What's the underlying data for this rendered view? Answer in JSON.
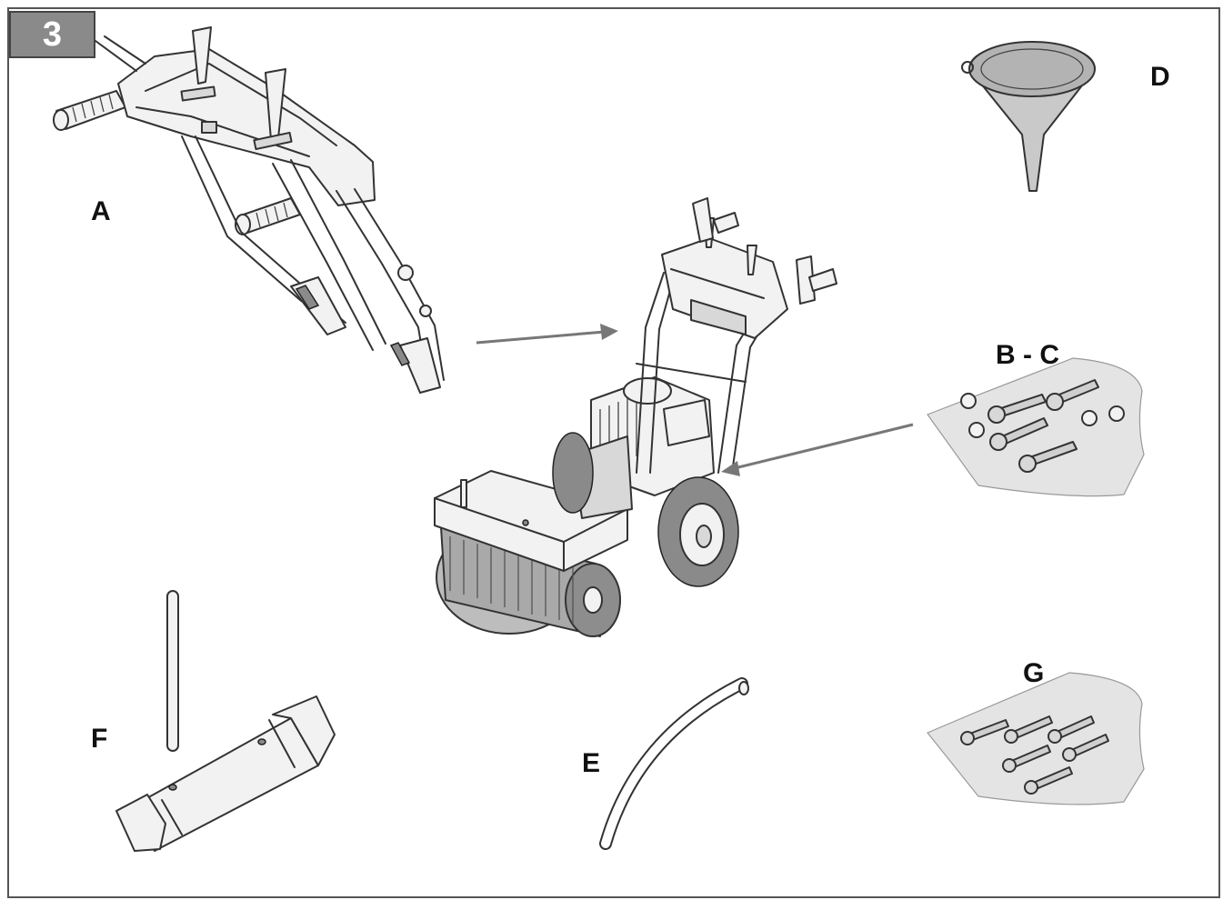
{
  "step": {
    "number": "3"
  },
  "parts": [
    {
      "id": "A",
      "label": "A",
      "icon": "handlebar-assembly-icon"
    },
    {
      "id": "D",
      "label": "D",
      "icon": "funnel-icon"
    },
    {
      "id": "BC",
      "label": "B - C",
      "icon": "bolt-nut-bag-icon"
    },
    {
      "id": "G",
      "label": "G",
      "icon": "bolt-bag-icon"
    },
    {
      "id": "F",
      "label": "F",
      "icon": "spark-plug-wrench-icon"
    },
    {
      "id": "E",
      "label": "E",
      "icon": "hose-icon"
    }
  ],
  "machine": {
    "icon": "power-sweeper-icon"
  },
  "colors": {
    "badge": "#8a8a8a",
    "arrow": "#777777",
    "line": "#333333"
  }
}
